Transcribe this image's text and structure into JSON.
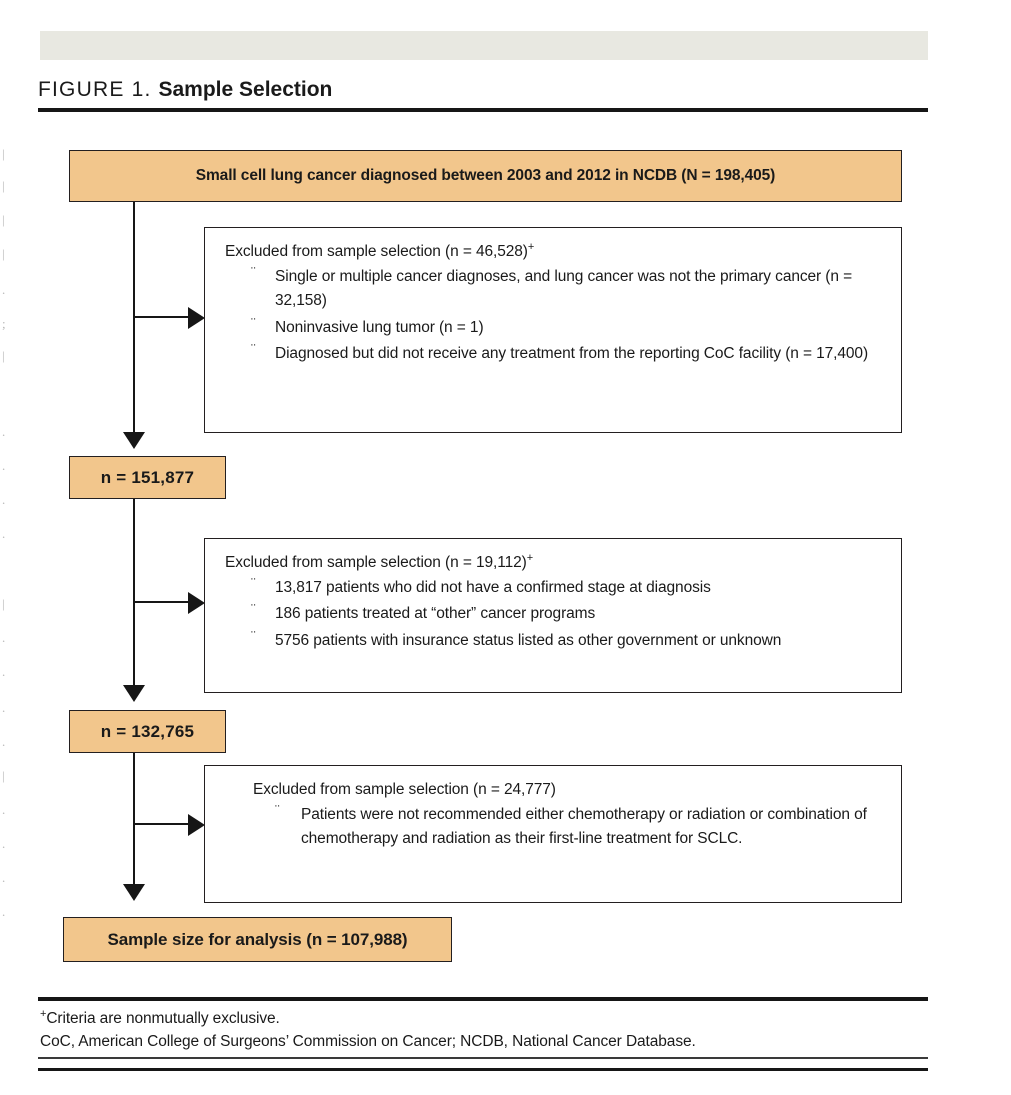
{
  "figure": {
    "label": "FIGURE 1.",
    "title": "Sample Selection"
  },
  "flow": {
    "source_box": {
      "text": "Small cell lung cancer diagnosed between 2003 and 2012 in NCDB (N = 198,405)"
    },
    "exclusions": [
      {
        "heading": "Excluded from sample selection (n = 46,528)",
        "heading_superscript": "+",
        "items": [
          "Single or multiple cancer diagnoses, and lung cancer was not the primary cancer (n = 32,158)",
          "Noninvasive lung tumor (n = 1)",
          "Diagnosed but did not receive any treatment from the reporting CoC facility (n = 17,400)"
        ]
      },
      {
        "heading": "Excluded from sample selection (n = 19,112)",
        "heading_superscript": "+",
        "items": [
          "13,817 patients who did not have a confirmed stage at diagnosis",
          "186 patients treated at “other” cancer programs",
          "5756 patients with insurance status listed as other government or unknown"
        ]
      },
      {
        "heading": "Excluded from sample selection (n = 24,777)",
        "heading_superscript": "",
        "items": [
          "Patients were not recommended either chemotherapy or radiation or combination of chemotherapy and radiation as their first-line treatment for SCLC."
        ]
      }
    ],
    "counts": [
      {
        "text": "n = 151,877"
      },
      {
        "text": "n = 132,765"
      }
    ],
    "final_box": {
      "text": "Sample size for analysis (n = 107,988)"
    },
    "bullet_glyph": "¨"
  },
  "footnotes": {
    "line1_superscript": "+",
    "line1": "Criteria are nonmutually exclusive.",
    "line2": "CoC, American College of Surgeons’ Commission on Cancer; NCDB, National Cancer Database."
  },
  "colors": {
    "box_fill": "#f2c68c",
    "banner": "#e8e8e1",
    "rule": "#161616",
    "border": "#231f20"
  }
}
